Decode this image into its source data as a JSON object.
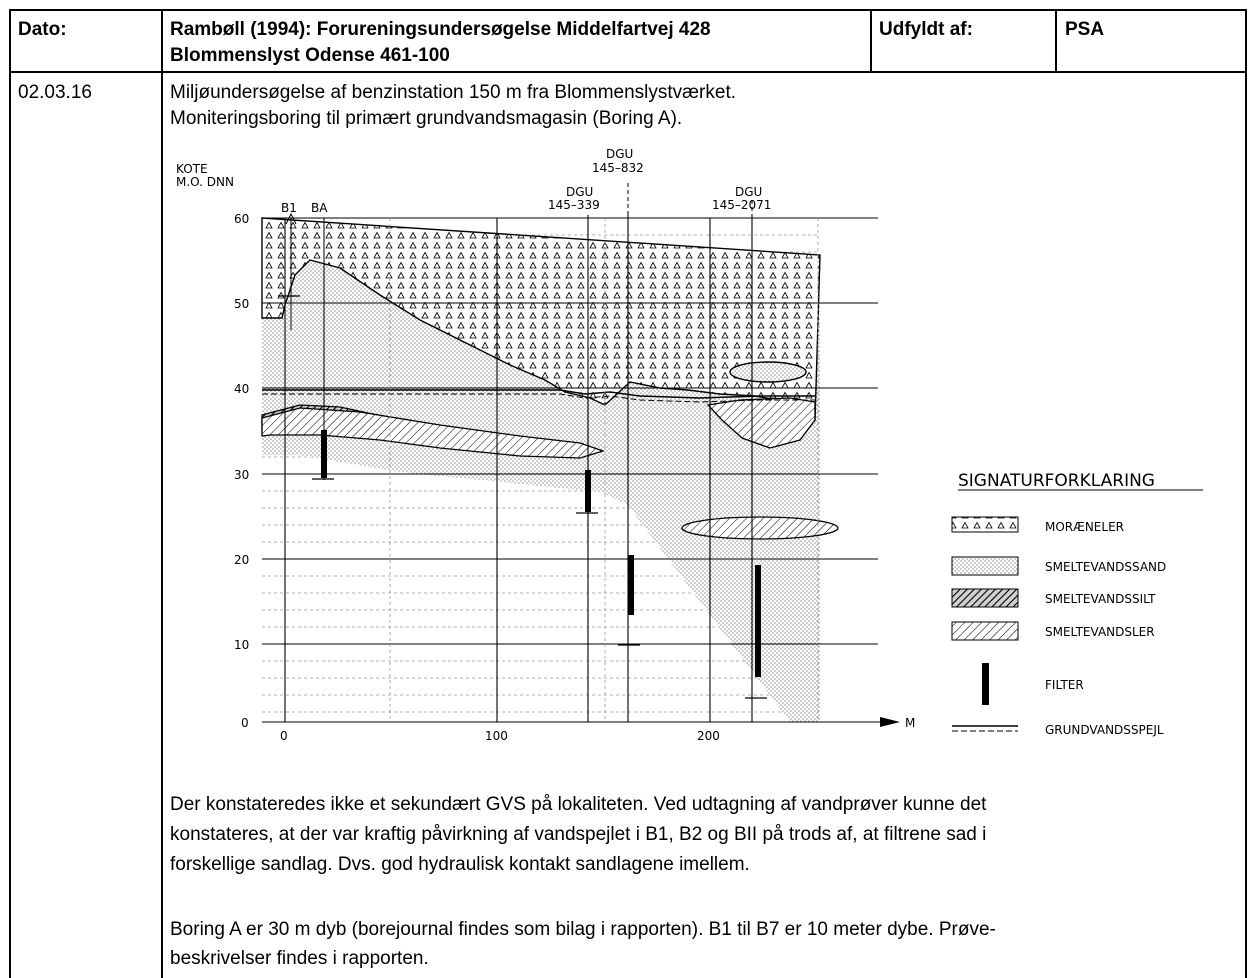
{
  "header": {
    "dato_label": "Dato:",
    "source_line1": "Rambøll (1994): Forureningsundersøgelse Middelfartvej 428",
    "source_line2": "Blommenslyst Odense 461-100",
    "filled_by_label": "Udfyldt af:",
    "filled_by_value": "PSA"
  },
  "row": {
    "date": "02.03.16",
    "intro_line1": "Miljøundersøgelse af benzinstation 150 m fra Blommenslystværket.",
    "intro_line2": "Moniteringsboring til primært grundvandsmagasin (Boring A).",
    "para1_line1": "Der konstateredes ikke et sekundært GVS på lokaliteten. Ved udtagning af vandprøver kunne det",
    "para1_line2": "konstateres, at der var kraftig påvirkning af vandspejlet i B1, B2 og BII på trods af, at filtrene sad i",
    "para1_line3": "forskellige sandlag. Dvs. god hydraulisk kontakt sandlagene imellem.",
    "para2_line1": "Boring A er 30 m dyb (borejournal findes som bilag i rapporten). B1 til B7 er 10 meter dybe. Prøve-",
    "para2_line2": "beskrivelser findes i rapporten."
  },
  "figure": {
    "y_title1": "KOTE",
    "y_title2": "M.O. DNN",
    "y_ticks": [
      "60",
      "50",
      "40",
      "30",
      "20",
      "10",
      "0"
    ],
    "x_ticks": [
      "0",
      "100",
      "200"
    ],
    "x_unit": "M",
    "borings": {
      "b1": "B1",
      "ba": "BA",
      "dgu339_a": "DGU",
      "dgu339_b": "145–339",
      "dgu832_a": "DGU",
      "dgu832_b": "145–832",
      "dgu2071_a": "DGU",
      "dgu2071_b": "145–2071"
    },
    "legend": {
      "title": "SIGNATURFORKLARING",
      "moraeneler": "MORÆNELER",
      "smeltevandssand": "SMELTEVANDSSAND",
      "smeltevandssilt": "SMELTEVANDSSILT",
      "smeltevandsler": "SMELTEVANDSLER",
      "filter": "FILTER",
      "grundvandsspejl": "GRUNDVANDSSPEJL"
    }
  }
}
